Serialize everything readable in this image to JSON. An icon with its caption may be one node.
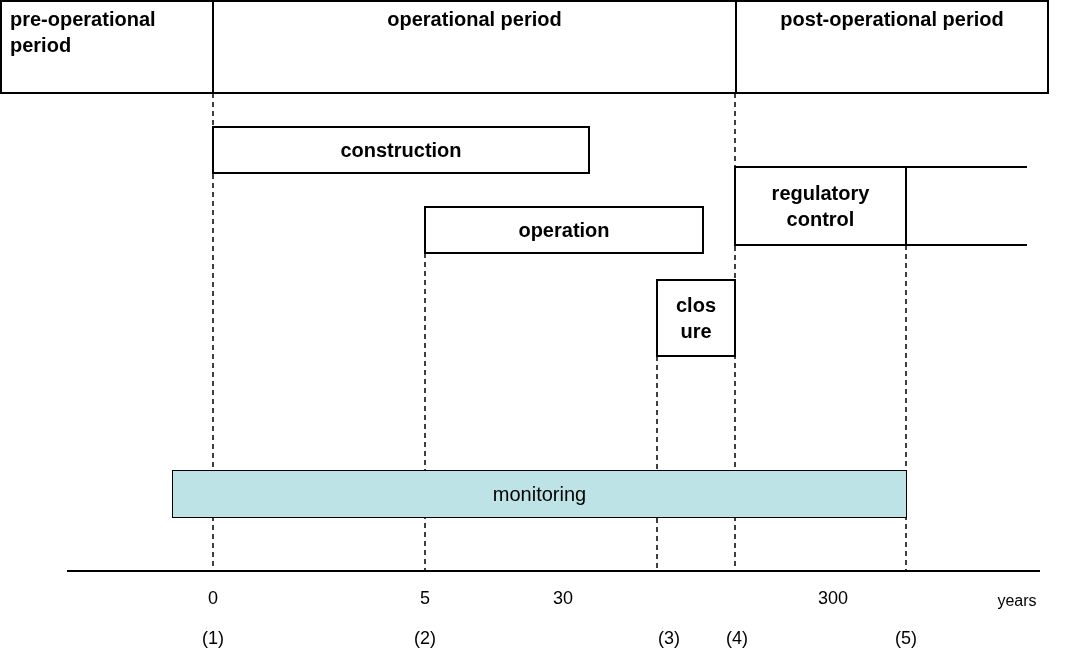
{
  "diagram": {
    "nodes": [
      {
        "text": [
          "pre-operational period"
        ]
      },
      {
        "text": [
          "operational period"
        ]
      },
      {
        "text": [
          "post-operational period"
        ]
      },
      {
        "text": [
          "construction"
        ]
      },
      {
        "text": [
          "operation"
        ]
      },
      {
        "text": [
          "clos ure"
        ]
      },
      {
        "text": [
          "regulatory control"
        ]
      },
      {
        "text": [
          "monitoring"
        ]
      }
    ],
    "edges": [],
    "labels": [
      "0",
      "5",
      "30",
      "300",
      "years",
      "(1)",
      "(2)",
      "(3)",
      "(4)",
      "(5)"
    ]
  }
}
